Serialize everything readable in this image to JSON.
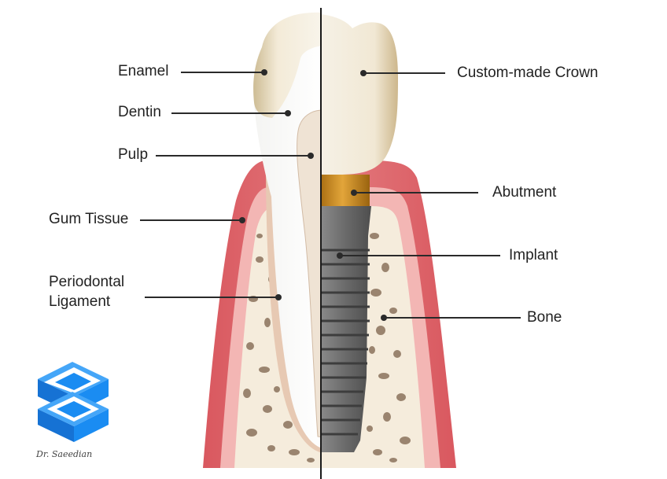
{
  "labels": {
    "enamel": "Enamel",
    "dentin": "Dentin",
    "pulp": "Pulp",
    "gum_tissue": "Gum Tissue",
    "periodontal_ligament": "Periodontal Ligament",
    "custom_crown": "Custom-made Crown",
    "abutment": "Abutment",
    "implant": "Implant",
    "bone": "Bone"
  },
  "signature": "Dr. Saeedian",
  "colors": {
    "gum": "#d9585f",
    "gum_light": "#f1a9a9",
    "bone": "#f5ecdc",
    "bone_pore": "#8b735c",
    "enamel": "#f4ecdb",
    "dentin": "#ffffff",
    "abutment": "#c98a1f",
    "implant": "#6f6f6f",
    "leader_line": "#2a2a2a",
    "logo": "#1a8cf2"
  }
}
